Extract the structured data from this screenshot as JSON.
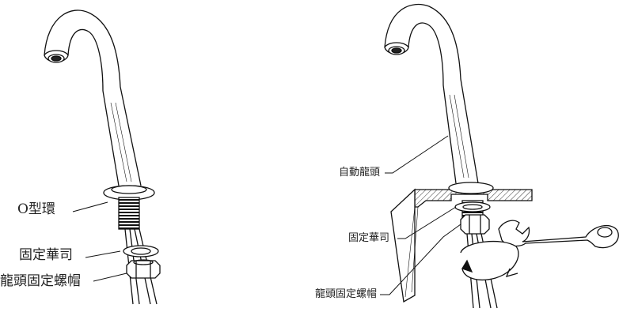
{
  "left_figure": {
    "labels": {
      "o_ring": "O型環",
      "fixing_washer": "固定華司",
      "faucet_fixing_nut": "龍頭固定螺帽"
    }
  },
  "right_figure": {
    "labels": {
      "automatic_faucet": "自動龍頭",
      "fixing_washer": "固定華司",
      "faucet_fixing_nut": "龍頭固定螺帽"
    }
  }
}
